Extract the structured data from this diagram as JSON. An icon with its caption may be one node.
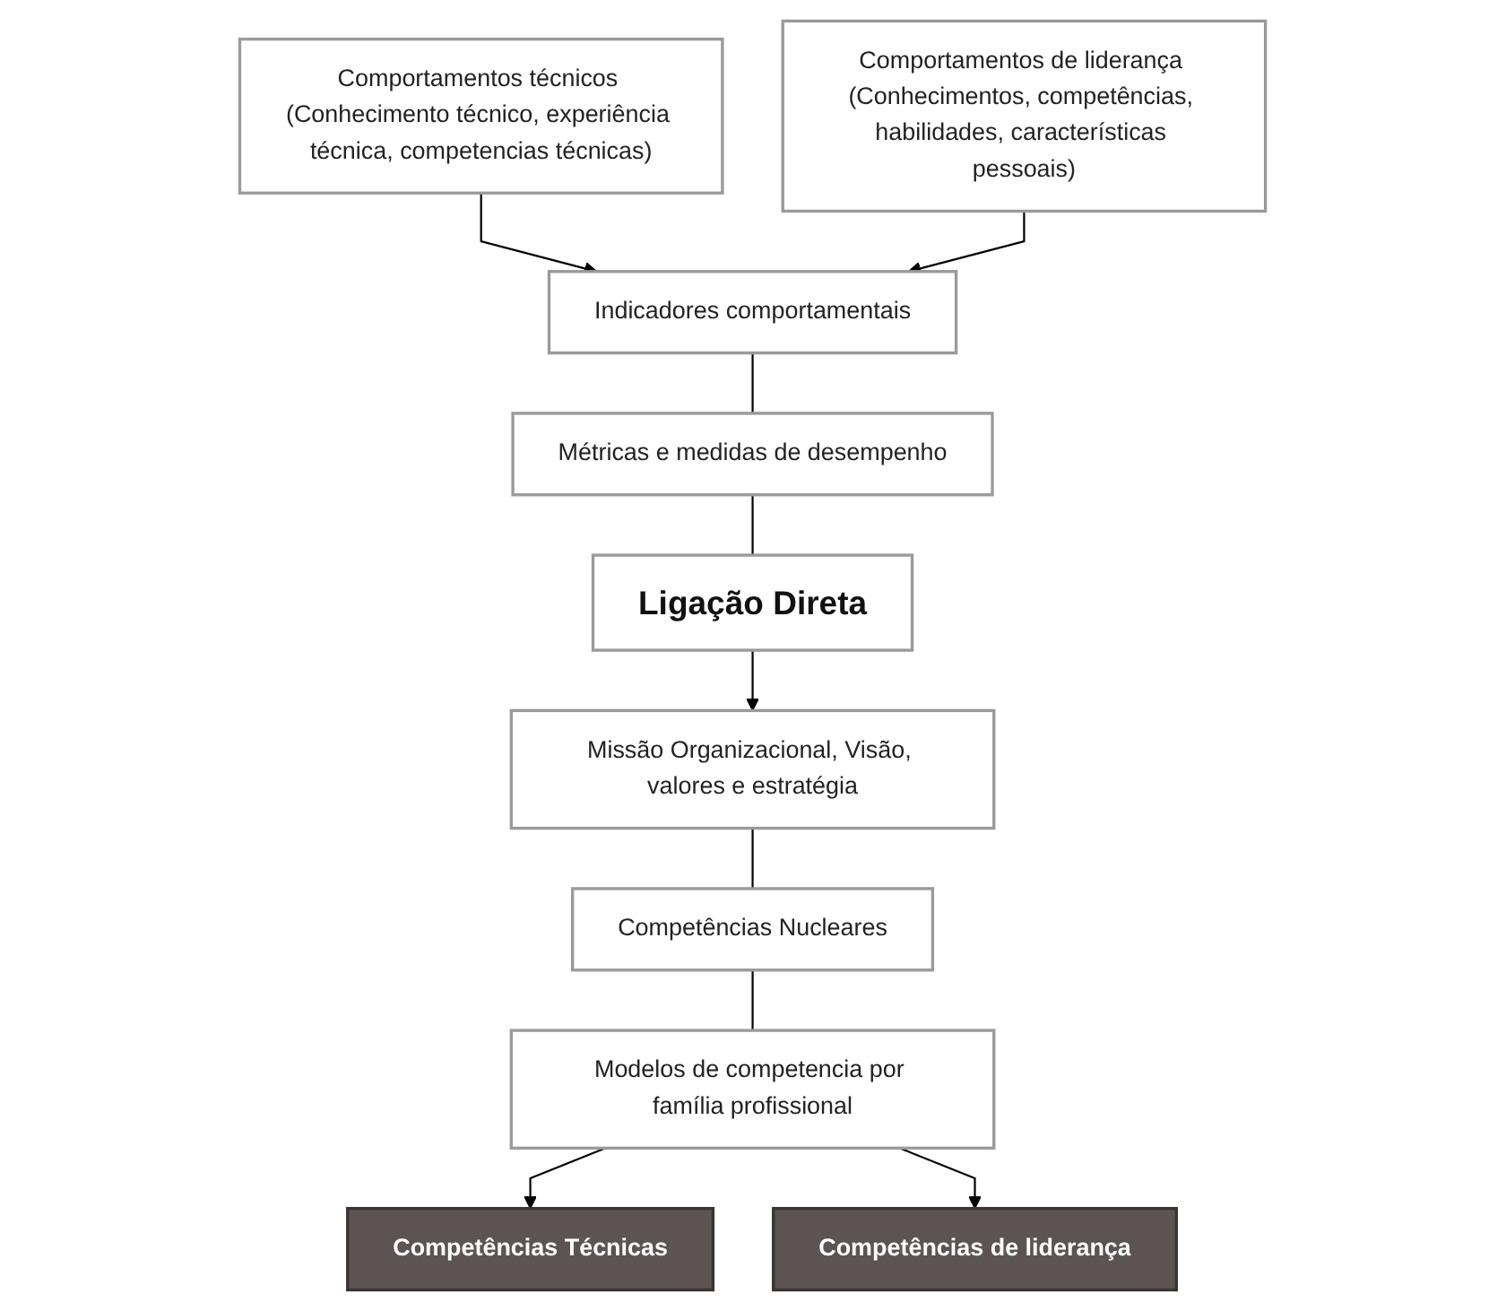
{
  "diagram": {
    "nodes": [
      {
        "text": [
          "Missão Organizacional, Visão, valores e estratégia"
        ]
      },
      {
        "text": [
          "Competências Nucleares"
        ]
      },
      {
        "text": [
          "Modelos de competencia por família profissional"
        ]
      },
      {
        "text": [
          "Competências Técnicas"
        ]
      },
      {
        "text": [
          "Competências de liderança"
        ]
      },
      {
        "text": [
          "Comportamentos técnicos (Conhecimento técnico, experiência técnica, competencias técnicas)"
        ]
      },
      {
        "text": [
          "Comportamentos de liderança (Conhecimentos, competências, habilidades, características pessoais)"
        ]
      },
      {
        "text": [
          "Indicadores comportamentais"
        ]
      },
      {
        "text": [
          "Métricas e medidas de desempenho"
        ]
      },
      {
        "text": [
          "Ligação Direta"
        ]
      }
    ],
    "edges": [
      {
        "from": 0,
        "to": 1,
        "arrow": "none"
      },
      {
        "from": 1,
        "to": 2,
        "arrow": "none"
      },
      {
        "from": 2,
        "to": 3,
        "arrow": "to"
      },
      {
        "from": 2,
        "to": 4,
        "arrow": "to"
      },
      {
        "from": 5,
        "to": 7,
        "arrow": "to"
      },
      {
        "from": 6,
        "to": 7,
        "arrow": "to"
      },
      {
        "from": 7,
        "to": 8,
        "arrow": "none"
      },
      {
        "from": 8,
        "to": 9,
        "arrow": "none"
      },
      {
        "from": 9,
        "to": 0,
        "arrow": "to"
      }
    ]
  }
}
